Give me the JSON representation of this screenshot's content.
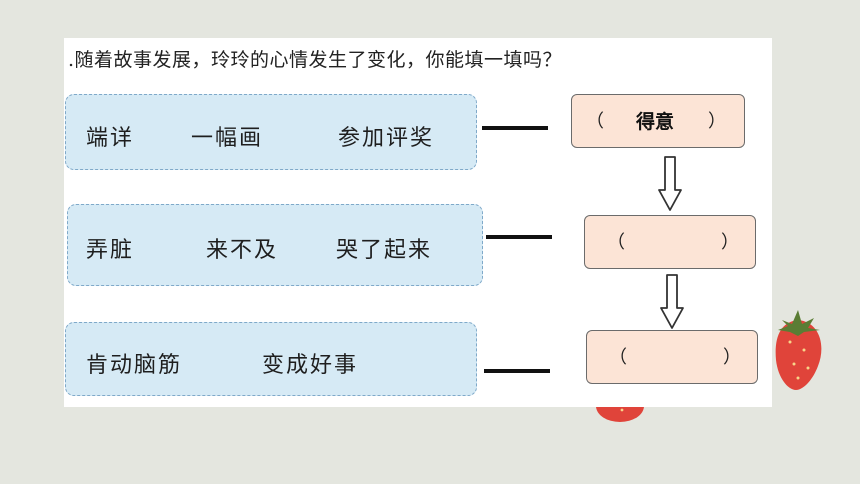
{
  "question": ".随着故事发展，玲玲的心情发生了变化，你能填一填吗？",
  "rows": [
    {
      "words": [
        "端详",
        "一幅画",
        "参加评奖"
      ],
      "feeling": {
        "open": "（",
        "answer": "得意",
        "close": "）"
      }
    },
    {
      "words": [
        "弄脏",
        "来不及",
        "哭了起来"
      ],
      "feeling": {
        "open": "（",
        "answer": "",
        "close": "）"
      }
    },
    {
      "words": [
        "肯动脑筋",
        "变成好事"
      ],
      "feeling": {
        "open": "（",
        "answer": "",
        "close": "）"
      }
    }
  ],
  "icons": [
    "down-arrow-icon",
    "strawberry-icon"
  ],
  "colors": {
    "word_box_fill": "#d6eaf5",
    "word_box_border": "#7fa9c9",
    "feeling_box_fill": "#fce4d6",
    "background": "#e4e6df"
  }
}
